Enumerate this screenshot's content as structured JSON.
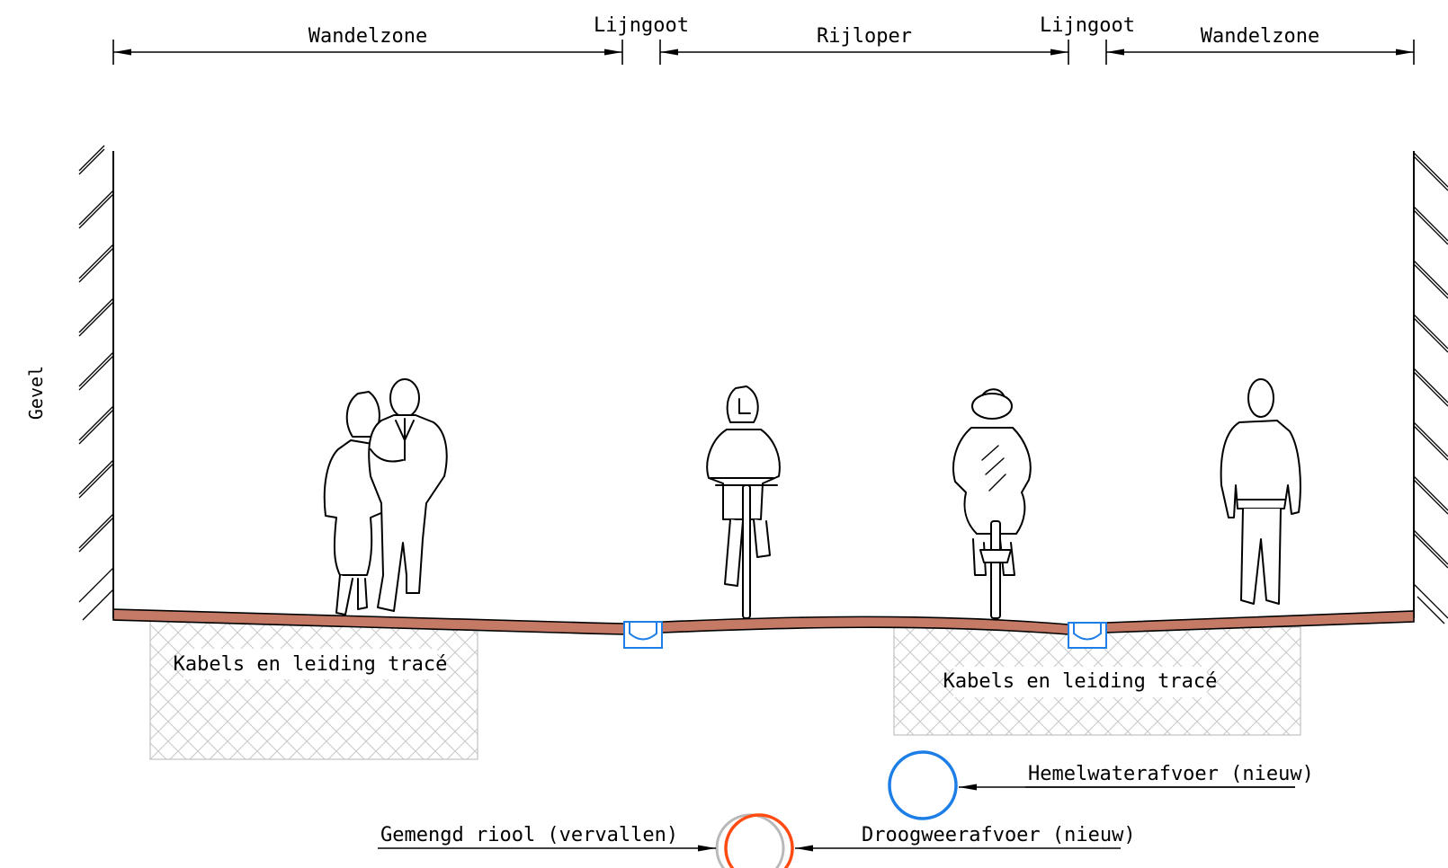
{
  "dimensions": {
    "left_walk": "Wandelzone",
    "left_gutter": "Lijngoot",
    "carriageway": "Rijloper",
    "right_gutter": "Lijngoot",
    "right_walk": "Wandelzone"
  },
  "facade_label": "Gevel",
  "zones": {
    "cables_left": "Kabels en leiding tracé",
    "cables_right": "Kabels en leiding tracé"
  },
  "pipes": {
    "rainwater": "Hemelwaterafvoer (nieuw)",
    "combined_sewer": "Gemengd riool (vervallen)",
    "dry_weather": "Droogweerafvoer (nieuw)"
  },
  "icons": [
    "pedestrian-couple-icon",
    "cyclist-front-icon",
    "cyclist-back-icon",
    "pedestrian-back-icon"
  ],
  "colors": {
    "pavement": "#c47a64",
    "gutter": "#1c7ee6",
    "rainwater_pipe": "#1c7ee6",
    "dry_weather_pipe": "#ff4a12",
    "old_sewer_pipe": "#b8b8b8",
    "hatch": "#c8c8c8"
  }
}
